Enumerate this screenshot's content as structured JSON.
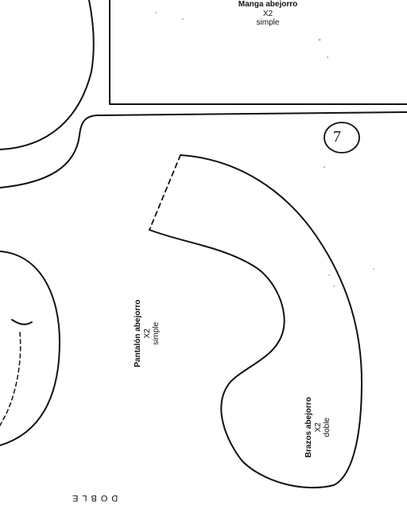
{
  "pieces": {
    "manga": {
      "title": "Manga abejorro",
      "quantity": "X2",
      "type": "simple"
    },
    "pantalon": {
      "title": "Pantalón abejorro",
      "quantity": "X2",
      "type": "simple"
    },
    "brazos": {
      "title": "Brazos abejorro",
      "quantity": "X2",
      "type": "doble"
    }
  },
  "footer_label": "DOBLE",
  "page_number": "7",
  "colors": {
    "ink": "#111111",
    "paper": "#ffffff"
  }
}
